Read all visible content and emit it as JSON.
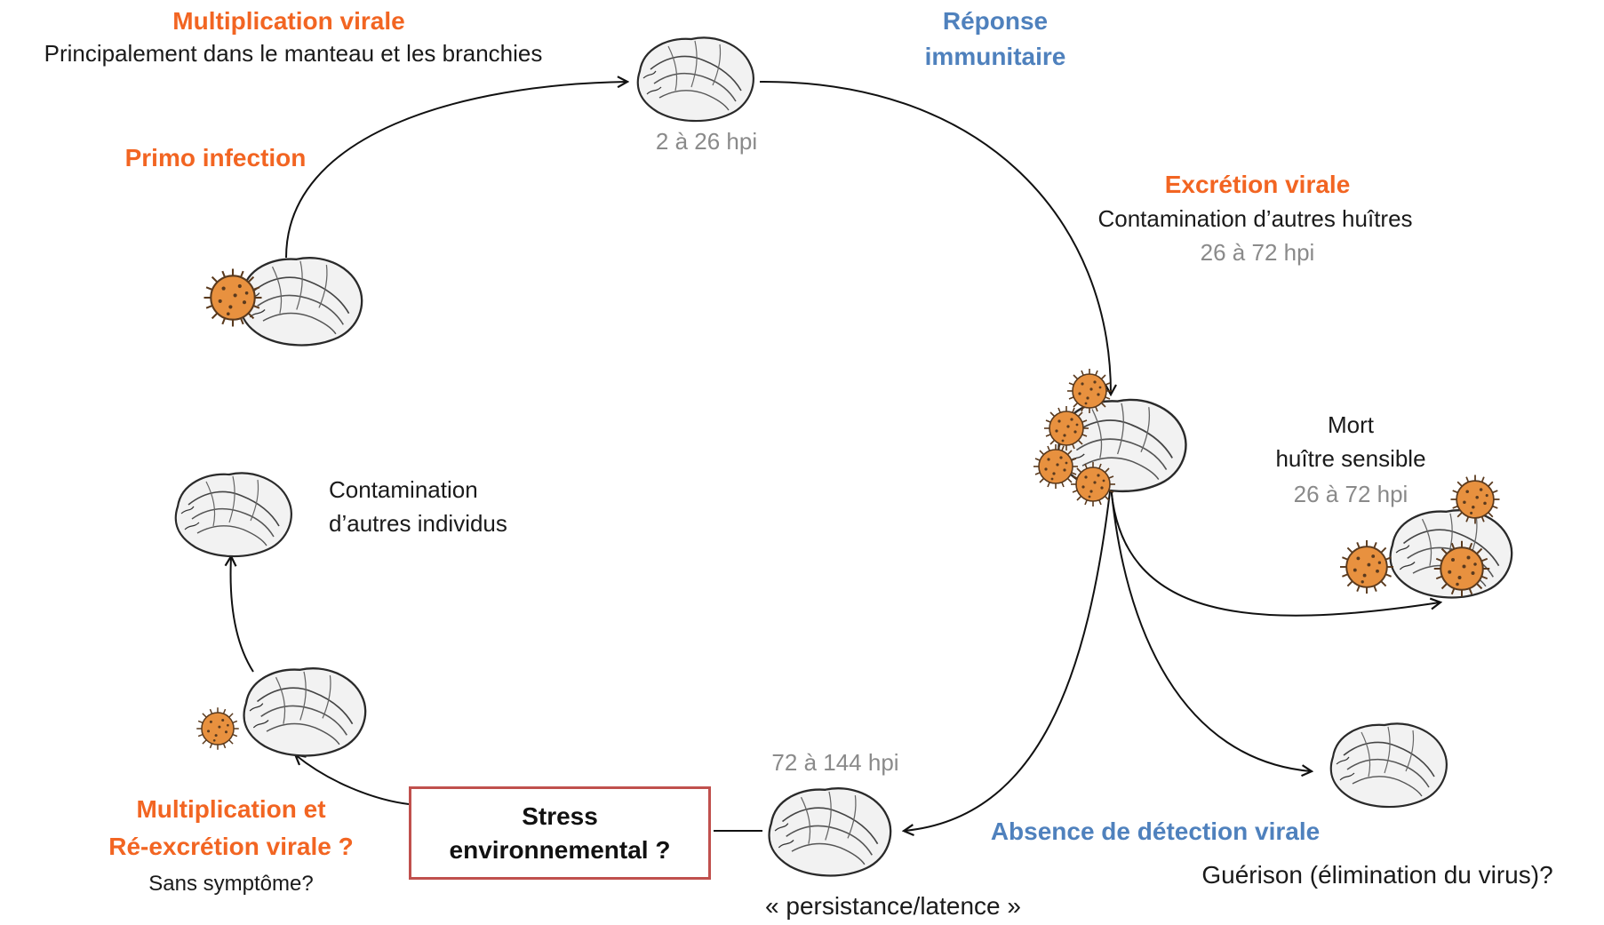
{
  "labels": {
    "multiplication_virale": "Multiplication virale",
    "multiplication_virale_detail": "Principalement dans le manteau et les branchies",
    "reponse_immunitaire_line1": "Réponse",
    "reponse_immunitaire_line2": "immunitaire",
    "time_2_26": "2 à 26 hpi",
    "primo_infection": "Primo infection",
    "excretion_virale": "Excrétion virale",
    "excretion_detail": "Contamination d’autres huîtres",
    "time_26_72_a": "26 à 72 hpi",
    "mort": "Mort",
    "huitre_sensible": "huître sensible",
    "time_26_72_b": "26 à 72 hpi",
    "contamination_line1": "Contamination",
    "contamination_line2": "d’autres individus",
    "time_72_144": "72 à 144 hpi",
    "multiplication_et": "Multiplication et",
    "re_excretion": "Ré-excrétion virale ?",
    "sans_symptome": "Sans symptôme?",
    "stress_line1": "Stress",
    "stress_line2": "environnemental ?",
    "absence_detection": "Absence de détection virale",
    "guerison": "Guérison (élimination du virus)?",
    "persistance": "« persistance/latence »"
  },
  "colors": {
    "orange": "#f26522",
    "blue": "#4f81bd",
    "gray": "#8a8a8a",
    "box_border": "#c0504d",
    "virus_fill": "#e8913f"
  },
  "icons": [
    "oyster-icon",
    "virus-icon"
  ]
}
